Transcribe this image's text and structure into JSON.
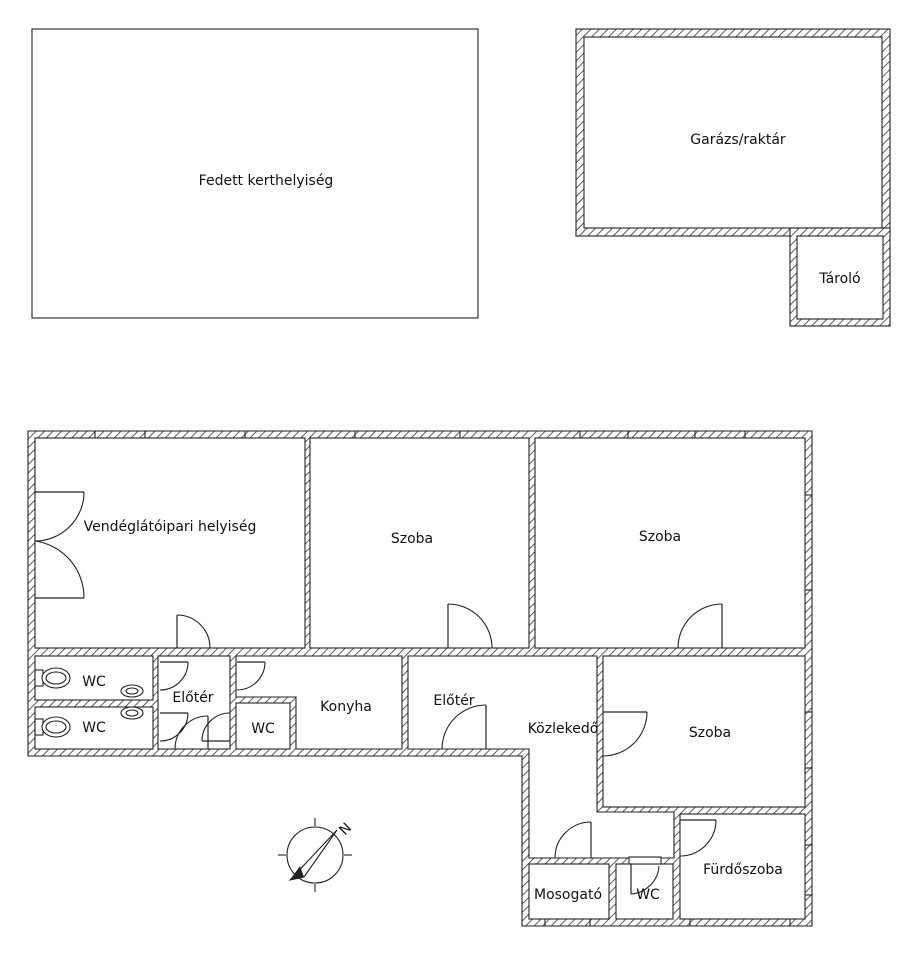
{
  "rooms": {
    "fedett_kerthelyiseg": "Fedett kerthelyiség",
    "garazs_raktar": "Garázs/raktár",
    "tarolo": "Tároló",
    "vendeglatoipari": "Vendéglátóipari helyiség",
    "szoba_1": "Szoba",
    "szoba_2": "Szoba",
    "szoba_3": "Szoba",
    "wc_1": "WC",
    "wc_2": "WC",
    "eloter_1": "Előtér",
    "wc_3": "WC",
    "konyha": "Konyha",
    "eloter_2": "Előtér",
    "kozlekedo": "Közlekedő",
    "mosogato": "Mosogató",
    "wc_4": "WC",
    "furdoszoba": "Fürdőszoba"
  },
  "compass": {
    "north_label": "N"
  },
  "colors": {
    "line": "#222222",
    "background": "#ffffff"
  }
}
